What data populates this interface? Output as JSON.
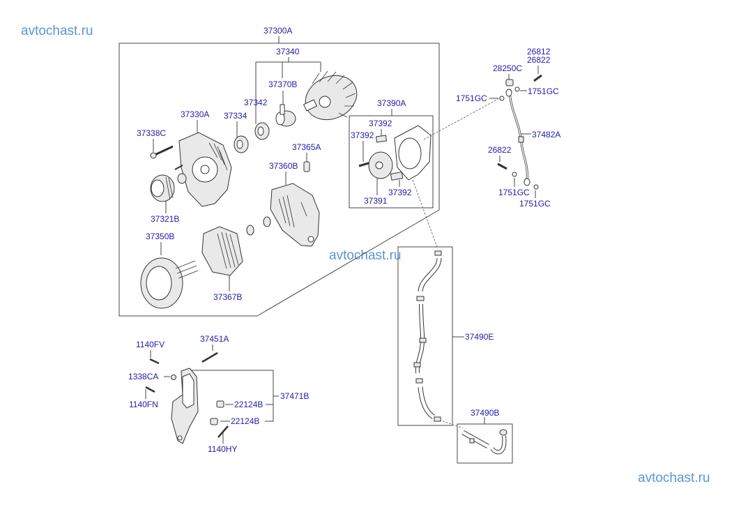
{
  "watermarks": [
    "avtochast.ru",
    "avtochast.ru",
    "avtochast.ru"
  ],
  "labels": {
    "assembly_alternator": "37300A",
    "rotor_assy": "37340",
    "slip_ring": "37370B",
    "bearing_rear": "37342",
    "bearing_front": "37334",
    "front_bracket": "37330A",
    "through_bolt": "37338C",
    "pulley": "37321B",
    "stator": "37350B",
    "rectifier": "37367B",
    "rear_bracket": "37360B",
    "terminal": "37365A",
    "vacuum_pump_assy": "37390A",
    "vacuum_gasket_top": "37392",
    "vacuum_vane": "37392",
    "vacuum_gasket_bottom": "37392",
    "vacuum_rotor": "37391",
    "bolt_top_1": "26812",
    "bolt_top_2": "26822",
    "bolt_mid": "26822",
    "hose_clip": "28250C",
    "gasket_1": "1751GC",
    "gasket_2": "1751GC",
    "gasket_3": "1751GC",
    "gasket_4": "1751GC",
    "oil_pipe": "37482A",
    "vacuum_hose": "37490E",
    "vacuum_hose_b": "37490B",
    "bracket_bolt_fv": "1140FV",
    "bracket_bolt_a": "37451A",
    "nut": "1338CA",
    "bracket_bolt_fn": "1140FN",
    "bracket_assy": "37471B",
    "bushing_1": "22124B",
    "bushing_2": "22124B",
    "bracket_bolt_hy": "1140HY"
  },
  "colors": {
    "label": "#1c1ca8",
    "watermark": "#5b95d6",
    "line": "#444444"
  }
}
